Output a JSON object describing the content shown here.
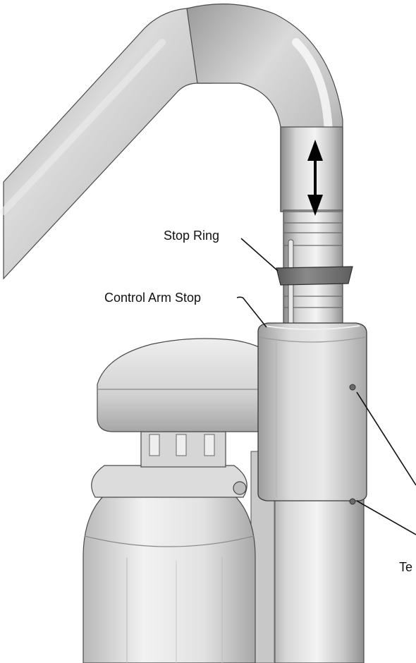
{
  "labels": {
    "stop_ring": "Stop Ring",
    "control_arm_stop": "Control Arm Stop",
    "te_partial": "Te"
  },
  "colors": {
    "background": "#ffffff",
    "tube_light": "#e6e6e6",
    "tube_mid": "#bdbdbd",
    "tube_dark": "#7d7d7d",
    "stop_ring": "#6f6f6f",
    "outline": "#3a3a3a",
    "text": "#111111"
  },
  "icons": {
    "motion_arrow": "double-headed-vertical-arrow-icon"
  }
}
